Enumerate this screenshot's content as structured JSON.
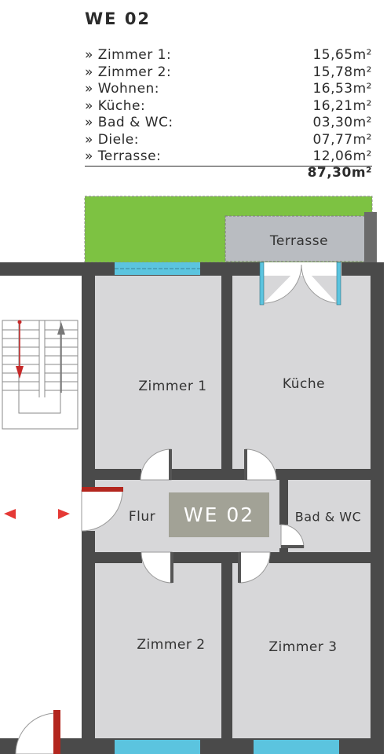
{
  "unit": {
    "title": "WE 02",
    "badge": "WE 02"
  },
  "areas": [
    {
      "label": "» Zimmer 1:",
      "value": "15,65m²"
    },
    {
      "label": "» Zimmer 2:",
      "value": "15,78m²"
    },
    {
      "label": "» Wohnen:",
      "value": "16,53m²"
    },
    {
      "label": "» Küche:",
      "value": "16,21m²"
    },
    {
      "label": "» Bad & WC:",
      "value": "03,30m²"
    },
    {
      "label": "» Diele:",
      "value": "07,77m²"
    },
    {
      "label": "» Terrasse:",
      "value": "12,06m²"
    }
  ],
  "total": "87,30m²",
  "rooms": {
    "terrasse": "Terrasse",
    "zimmer1": "Zimmer 1",
    "kueche": "Küche",
    "flur": "Flur",
    "bad": "Bad & WC",
    "zimmer2": "Zimmer 2",
    "zimmer3": "Zimmer 3"
  },
  "colors": {
    "wall": "#4a4a4a",
    "floor": "#d7d7d9",
    "garden": "#7dc242",
    "terrace": "#b9bcc1",
    "window": "#5bc4df",
    "entry": "#b3261e",
    "badge": "#a2a296"
  }
}
